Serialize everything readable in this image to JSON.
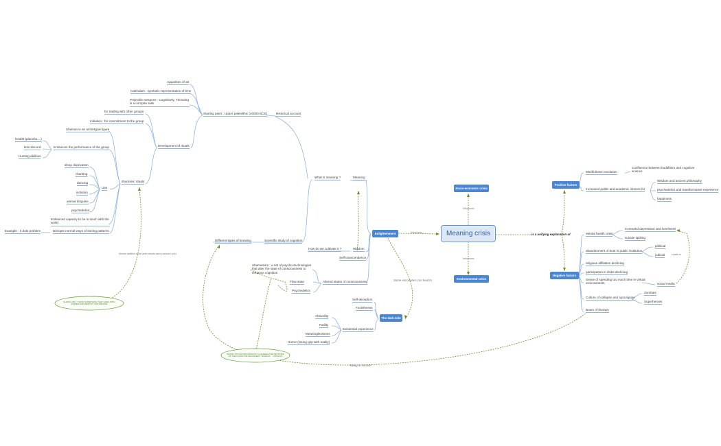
{
  "central": "Meaning crisis",
  "main_topics": {
    "socio": "Socio-economic crisis",
    "env": "Environmental crisis",
    "enlight": "Enlightenment",
    "dark": "The dark side",
    "positive": "Positive factors",
    "negative": "Negative factors"
  },
  "relations": {
    "r1": "Influences",
    "r2": "Influences",
    "r3": "Influences",
    "r_unify": "is a unifying explanation of",
    "r_some": "Some encounters can lead to",
    "r_trying": "Trying to recover",
    "r_mental": "Mental abilities more while rituals were pursued (etc)",
    "r_leads": "Leads to"
  },
  "notes": {
    "n1": "SHAPE LINK: I THINK SOMETHING THAT GOES WITH POWER AND IDENTITY FOR PEOPLE",
    "n2": "SHAPE: PSYCHOTECHNOLOGY CHANGES THE SETTINGS OF THE COGNITIVE MACHINERY. DUHKHA ... CONSCIO"
  },
  "history": {
    "historical": "Historical account",
    "starting": "Starting point : Upper paleolithic (40000 BCE)",
    "art": "Apparition of art",
    "calendars": "Calendars : symbolic representation of time",
    "weapons": "Projectile weapons : Cognitively, Throwing is a complex task",
    "dev_rituals": "Development of rituals",
    "trading": "for trading with other groups",
    "initiation": "Initiation : for commitment to the group",
    "shamanic": "shamanic rituals",
    "archetypal": "Shaman is an archetypal figure",
    "enhances": "Enhances the performance of the group",
    "health": "Health (placebo,...)",
    "discord": "less discord",
    "hunting": "Hunting abilities",
    "use": "Use",
    "use_items": [
      "sleep deprivation",
      "chanting",
      "dancing",
      "isolation",
      "animal disguise",
      "psychedelics"
    ],
    "enhanced": "Enhanced capacity to be in touch with the world",
    "disrupts": "Disrupts normal ways of seeing patterns",
    "example": "Example : 3 dots problem"
  },
  "cognition": {
    "scientific": "Scientific study of cognition",
    "knowing": "Different types of knowing",
    "what_meaning": "What is meaning ?",
    "meaning": "Meaning",
    "cultivate": "How do we cultivate it ?",
    "wisdom": "Wisdom",
    "self_trans": "Self transcendence",
    "altered": "Altered states of consciousness",
    "shamanism": "Shamanism : a set of psycho-technologies that alter the state of consciousness to enhance cognition",
    "flow": "Flow state",
    "psychedelics": "Psychedelics"
  },
  "dark": {
    "self_deception": "Self-deception",
    "foolishness": "Foolishness",
    "existential": "Existential experience",
    "absurdity": "Absurdity",
    "futility": "Futility",
    "meaninglessness": "Meaninglessness",
    "horror": "Horror (losing grip with reality)"
  },
  "positive": {
    "mindfulness": "Mindfulness revolution",
    "confluence": "Confluence between buddhism and cognitive science",
    "increased": "Increased public and academic interest for",
    "wisdom_phil": "Wisdom and ancient philosophy",
    "psychedelics": "psychedelics and transformative experience",
    "happiness": "happiness"
  },
  "negative": {
    "mental_health": "Mental health crisis",
    "depression": "increased depression and loneliness",
    "suicide": "suicide spiking",
    "abandonment": "abandonment of trust in public institution",
    "political": "political",
    "judicial": "judicial",
    "religious": "religious affiliation declining",
    "clubs": "participation in clubs declining",
    "virtual": "Sense of spending too much time in virtual environments",
    "social_media": "social media",
    "collapse": "Culture of collapse and apocalypse",
    "zombies": "Zombies",
    "superheroes": "Superheroes",
    "therapy": "Boom of therapy"
  },
  "colors": {
    "topic": "#4a86d4",
    "branch": "#8fb3e0",
    "relation": "#6b8e23",
    "note": "#3f8a1d"
  }
}
